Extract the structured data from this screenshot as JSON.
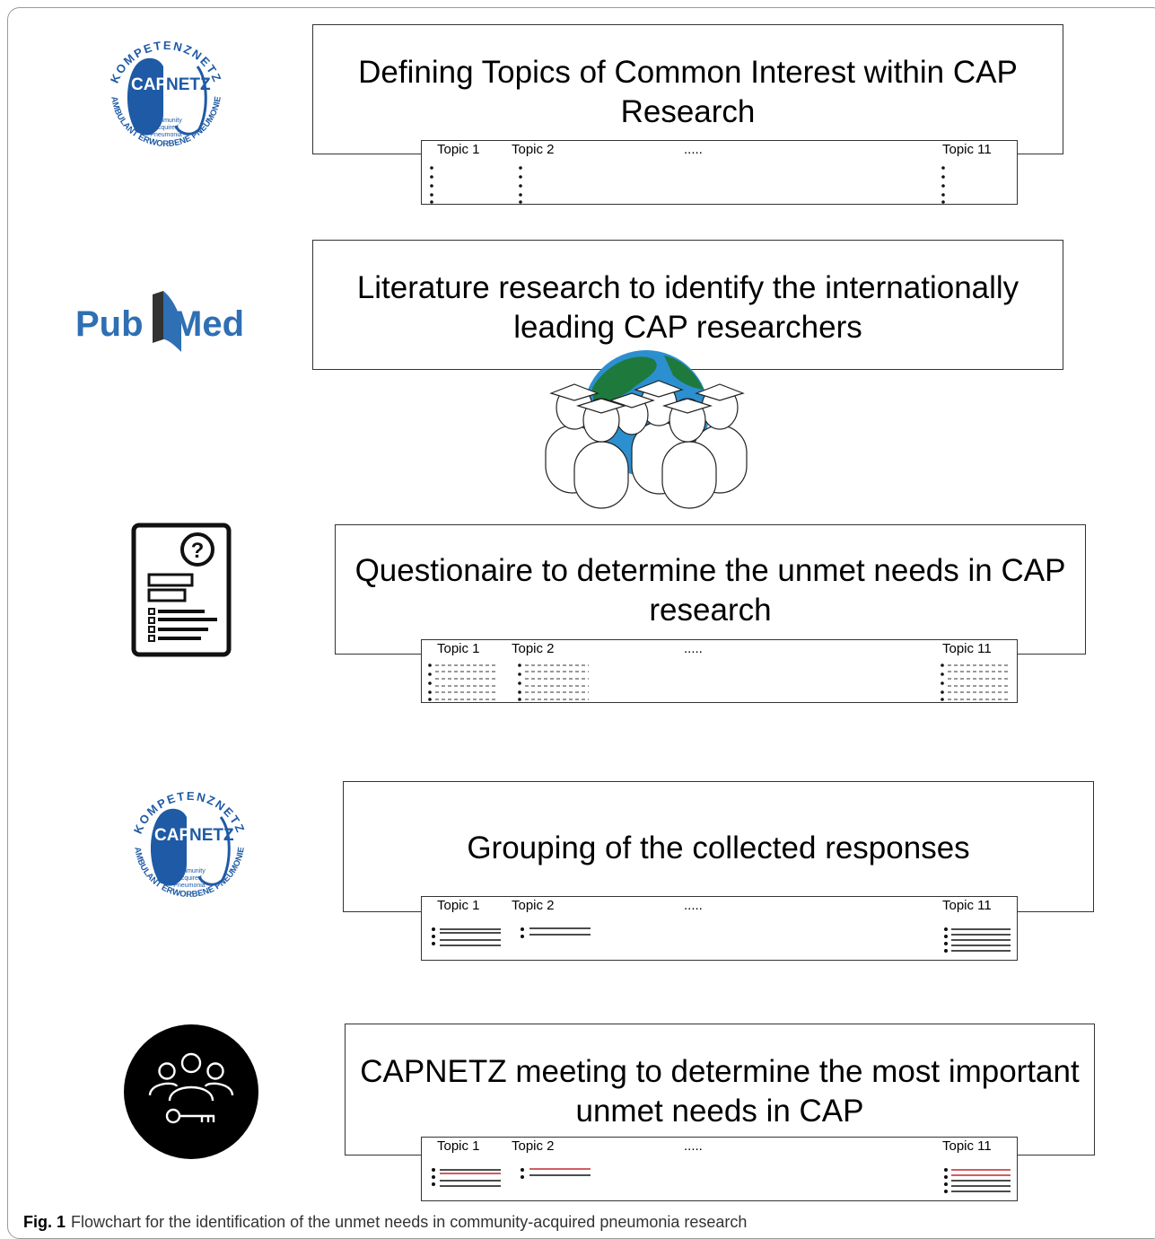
{
  "steps": [
    {
      "label": "Defining Topics of Common Interest within CAP Research"
    },
    {
      "label": "Literature research to identify the internationally leading CAP researchers"
    },
    {
      "label": "Questionaire to determine the unmet needs in CAP research"
    },
    {
      "label": "Grouping of the collected responses"
    },
    {
      "label": "CAPNETZ meeting to determine the most important unmet needs in CAP"
    }
  ],
  "topics": {
    "t1": "Topic 1",
    "t2": "Topic 2",
    "ellipsis": ".....",
    "t11": "Topic 11"
  },
  "logos": {
    "capnetz": {
      "ring": "KOMPETENZNETZ",
      "word_a": "CAP",
      "word_b": "NETZ",
      "sub1": "Community",
      "sub2": "Acquired",
      "sub3": "Pneumonia",
      "bottom": "AMBULANT ERWORBENE PNEUMONIE",
      "color": "#1e5aa6"
    },
    "pubmed": {
      "text_a": "Pub",
      "text_b": "Med",
      "color": "#2f6fb3"
    }
  },
  "caption": {
    "label": "Fig. 1",
    "text": "Flowchart for the identification of the unmet needs in community-acquired pneumonia research"
  }
}
